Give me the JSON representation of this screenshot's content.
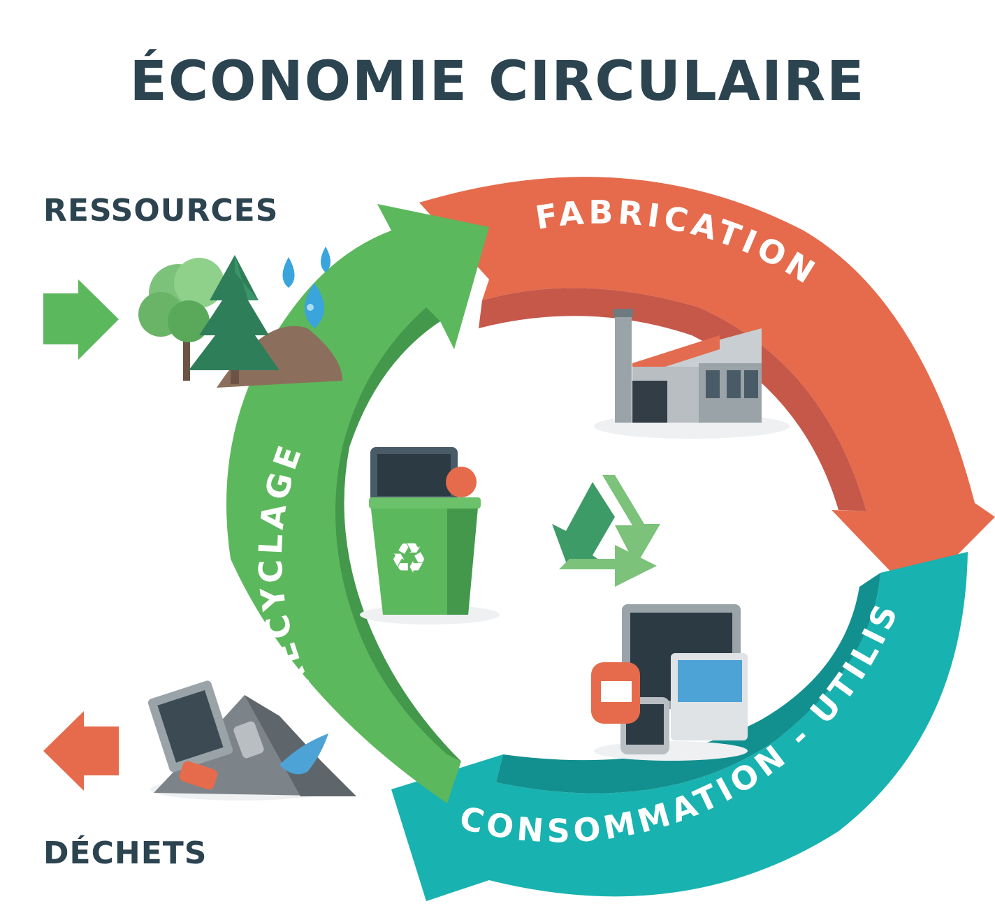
{
  "title": "ÉCONOMIE CIRCULAIRE",
  "labels": {
    "resources": "RESSOURCES",
    "waste": "DÉCHETS"
  },
  "stages": {
    "fabrication": "FABRICATION",
    "consumption": "CONSOMMATION - UTILISATION",
    "recycling": "RECYCLAGE"
  },
  "colors": {
    "text": "#2c4350",
    "orange": "#e56b4c",
    "orange_dark": "#c6584a",
    "teal": "#18b2b0",
    "teal_dark": "#12908f",
    "green": "#5cb85c",
    "green_dark": "#43984b",
    "recycle_light": "#7cc27a",
    "recycle_dark": "#3d9b68"
  },
  "icons": [
    "factory-icon",
    "devices-icon",
    "recycle-bin-icon",
    "recycle-symbol-icon",
    "trees-icon",
    "water-drops-icon",
    "waste-pile-icon",
    "arrow-in-icon",
    "arrow-out-icon"
  ]
}
